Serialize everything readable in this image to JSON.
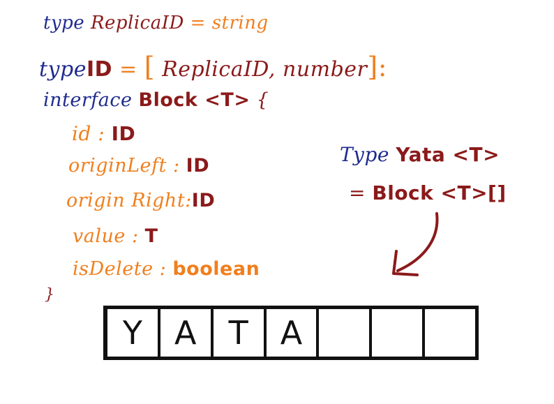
{
  "code": {
    "line1": {
      "kw": "type",
      "name": "ReplicaID",
      "eq": "=",
      "type": "string"
    },
    "line2": {
      "kw": "type",
      "name": "ID",
      "eq": "=",
      "open": "[",
      "t1": "ReplicaID,",
      "t2": "number",
      "close": "]:"
    },
    "line3": {
      "kw": "interface",
      "name": "Block <T>",
      "brace": "{"
    },
    "fields": [
      {
        "name": "id",
        "colon": ":",
        "type": "ID"
      },
      {
        "name": "originLeft",
        "colon": ":",
        "type": "ID"
      },
      {
        "name": "origin Right",
        "colon": ":",
        "type": "ID"
      },
      {
        "name": "value",
        "colon": ":",
        "type": "T"
      },
      {
        "name": "isDelete",
        "colon": ":",
        "type": "boolean"
      }
    ],
    "close_brace": "}"
  },
  "yata": {
    "kw": "Type",
    "name": "Yata <T>",
    "eq": "=",
    "def": "Block <T>[]"
  },
  "array_cells": [
    "Y",
    "A",
    "T",
    "A",
    "",
    "",
    ""
  ],
  "colors": {
    "blue": "#1f2b8e",
    "orange": "#f07f1e",
    "red": "#8b1a1a"
  }
}
